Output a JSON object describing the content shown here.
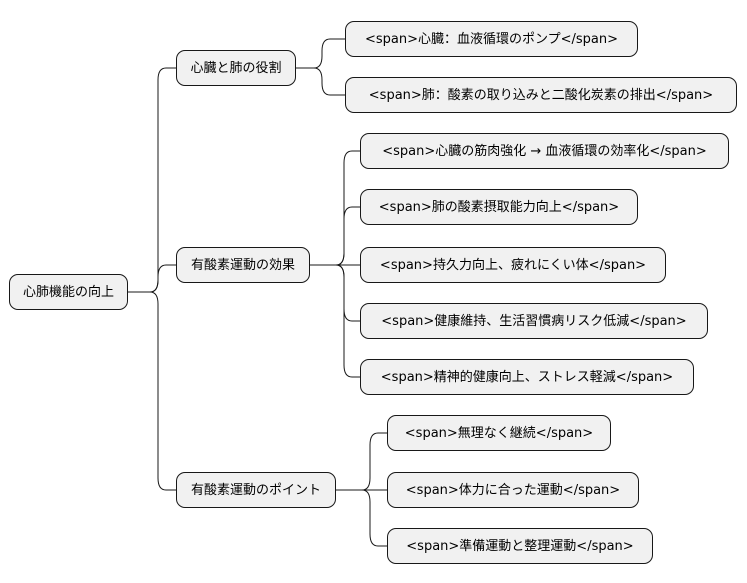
{
  "root": {
    "label": "心肺機能の向上"
  },
  "branches": [
    {
      "label": "心臓と肺の役割",
      "children": [
        "<span>心臓：血液循環のポンプ</span>",
        "<span>肺：酸素の取り込みと二酸化炭素の排出</span>"
      ]
    },
    {
      "label": "有酸素運動の効果",
      "children": [
        "<span>心臓の筋肉強化 → 血液循環の効率化</span>",
        "<span>肺の酸素摂取能力向上</span>",
        "<span>持久力向上、疲れにくい体</span>",
        "<span>健康維持、生活習慣病リスク低減</span>",
        "<span>精神的健康向上、ストレス軽減</span>"
      ]
    },
    {
      "label": "有酸素運動のポイント",
      "children": [
        "<span>無理なく継続</span>",
        "<span>体力に合った運動</span>",
        "<span>準備運動と整理運動</span>"
      ]
    }
  ]
}
